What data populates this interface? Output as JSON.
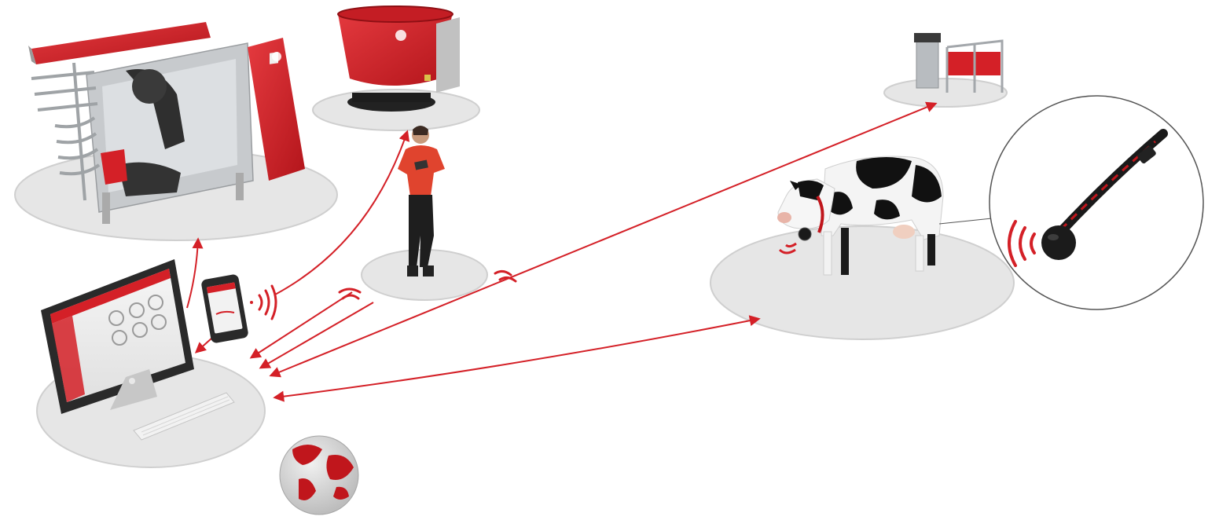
{
  "diagram": {
    "nodes": [
      {
        "id": "milking-robot",
        "icon": "milking-robot-icon"
      },
      {
        "id": "feed-mixer",
        "icon": "feed-mixer-icon"
      },
      {
        "id": "farmer",
        "icon": "farmer-with-tablet-icon"
      },
      {
        "id": "calf-feeder",
        "icon": "calf-feeder-icon"
      },
      {
        "id": "cow",
        "icon": "holstein-cow-icon"
      },
      {
        "id": "collar-sensor",
        "icon": "neck-collar-sensor-icon"
      },
      {
        "id": "computer",
        "icon": "desktop-computer-icon"
      },
      {
        "id": "smartphone",
        "icon": "smartphone-icon"
      },
      {
        "id": "globe",
        "icon": "globe-icon"
      }
    ],
    "connections": [
      {
        "from": "computer",
        "to": "milking-robot",
        "direction": "one-way"
      },
      {
        "from": "smartphone",
        "to": "feed-mixer",
        "direction": "one-way"
      },
      {
        "from": "farmer",
        "to": "computer",
        "direction": "one-way"
      },
      {
        "from": "calf-feeder",
        "to": "computer",
        "direction": "two-way"
      },
      {
        "from": "cow",
        "to": "computer",
        "direction": "two-way"
      }
    ],
    "colors": {
      "accent": "#d42027",
      "platform": "#e6e6e6",
      "platform_edge": "#c9c9c9",
      "metal": "#b8bcc0",
      "dark": "#2a2a2a"
    }
  },
  "branding": {
    "feed_mixer_text": "",
    "computer_screen_text": ""
  }
}
